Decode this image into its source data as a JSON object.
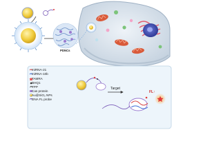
{
  "top": {
    "particle_label": "PDNCs"
  },
  "bottom": {
    "legend": [
      {
        "name": "miRNA-21",
        "icon": "red-strand-icon",
        "color": "#d64545"
      },
      {
        "name": "miRNA-10b",
        "icon": "blue-strand-icon",
        "color": "#3a6bd6"
      },
      {
        "name": "TAMRA",
        "icon": "star-icon",
        "color": "#e13b3b"
      },
      {
        "name": "BHQ1",
        "icon": "dot-icon",
        "color": "#3a3a3a"
      },
      {
        "name": "TPP",
        "icon": "triphenylphosphonium-icon",
        "color": "#2a2a2a"
      },
      {
        "name": "Cas protein",
        "icon": "cas-protein-icon",
        "color": "#9a7bd0"
      },
      {
        "name": "Au@SiO₂ NPs",
        "icon": "nanoparticle-icon",
        "color": "#e8c64a"
      },
      {
        "name": "DNA FL probe",
        "icon": "dna-probe-icon",
        "color": "#7a5bb8"
      }
    ],
    "target_label": "Target",
    "fl_label": "FL↑"
  }
}
